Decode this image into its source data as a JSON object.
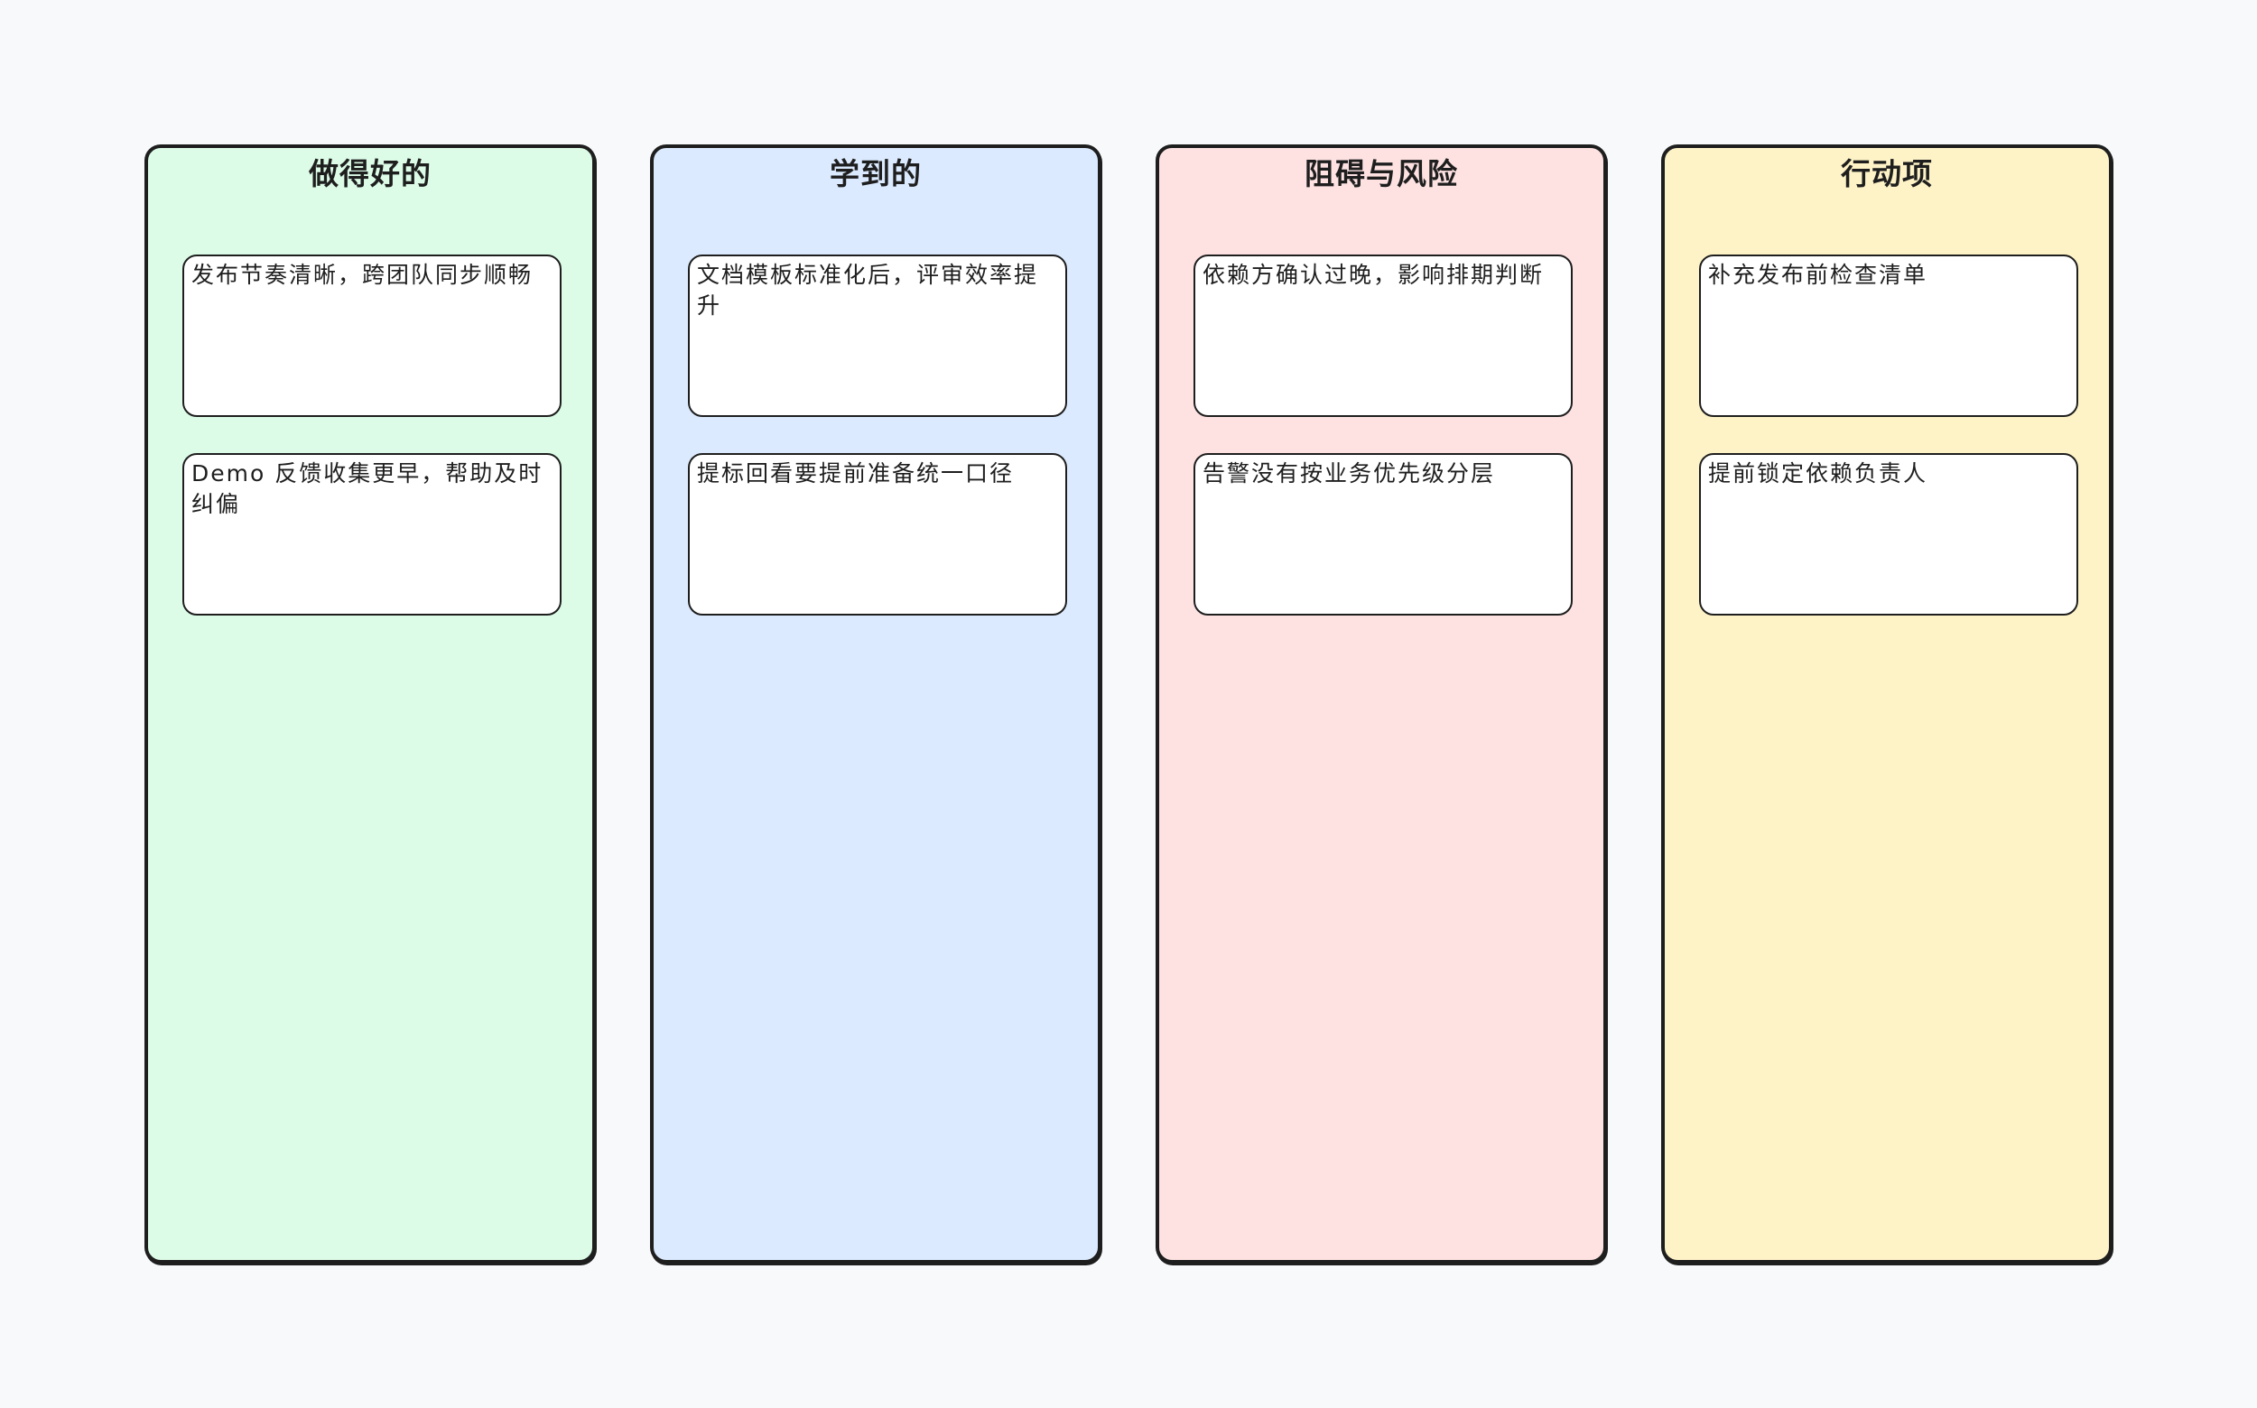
{
  "board": {
    "columns": [
      {
        "title": "做得好的",
        "bg": "#dcfce7",
        "cards": [
          "发布节奏清晰，跨团队同步顺畅",
          "Demo 反馈收集更早，帮助及时纠偏"
        ]
      },
      {
        "title": "学到的",
        "bg": "#dbeafe",
        "cards": [
          "文档模板标准化后，评审效率提升",
          "提标回看要提前准备统一口径"
        ]
      },
      {
        "title": "阻碍与风险",
        "bg": "#fee2e2",
        "cards": [
          "依赖方确认过晚，影响排期判断",
          "告警没有按业务优先级分层"
        ]
      },
      {
        "title": "行动项",
        "bg": "#fef3c7",
        "cards": [
          "补充发布前检查清单",
          "提前锁定依赖负责人"
        ]
      }
    ]
  }
}
